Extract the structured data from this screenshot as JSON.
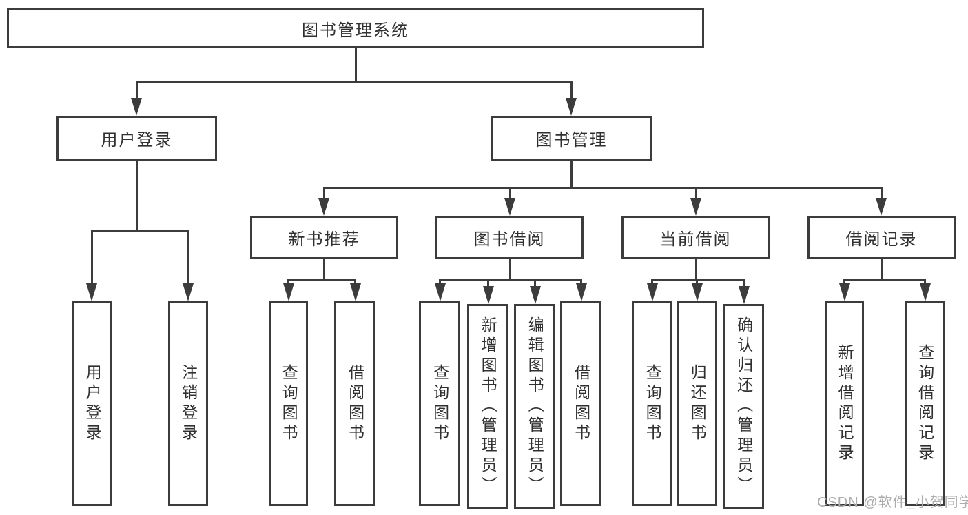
{
  "diagram": {
    "type": "tree",
    "colors": {
      "line": "#3c3c3c",
      "box_border": "#3c3c3c",
      "text": "#303030",
      "background": "#ffffff",
      "watermark": "#adadad"
    },
    "tree": {
      "root": {
        "label": "图书管理系统",
        "children": [
          {
            "label": "用户登录",
            "children": [
              {
                "label": "用户登录"
              },
              {
                "label": "注销登录"
              }
            ]
          },
          {
            "label": "图书管理",
            "children": [
              {
                "label": "新书推荐",
                "children": [
                  {
                    "label": "查询图书"
                  },
                  {
                    "label": "借阅图书"
                  }
                ]
              },
              {
                "label": "图书借阅",
                "children": [
                  {
                    "label": "查询图书"
                  },
                  {
                    "label": "新增图书（管理员）"
                  },
                  {
                    "label": "编辑图书（管理员）"
                  },
                  {
                    "label": "借阅图书"
                  }
                ]
              },
              {
                "label": "当前借阅",
                "children": [
                  {
                    "label": "查询图书"
                  },
                  {
                    "label": "归还图书"
                  },
                  {
                    "label": "确认归还（管理员）"
                  }
                ]
              },
              {
                "label": "借阅记录",
                "children": [
                  {
                    "label": "新增借阅记录"
                  },
                  {
                    "label": "查询借阅记录"
                  }
                ]
              }
            ]
          }
        ]
      }
    }
  },
  "watermark": {
    "text": "CSDN @软件_小贺同学"
  }
}
